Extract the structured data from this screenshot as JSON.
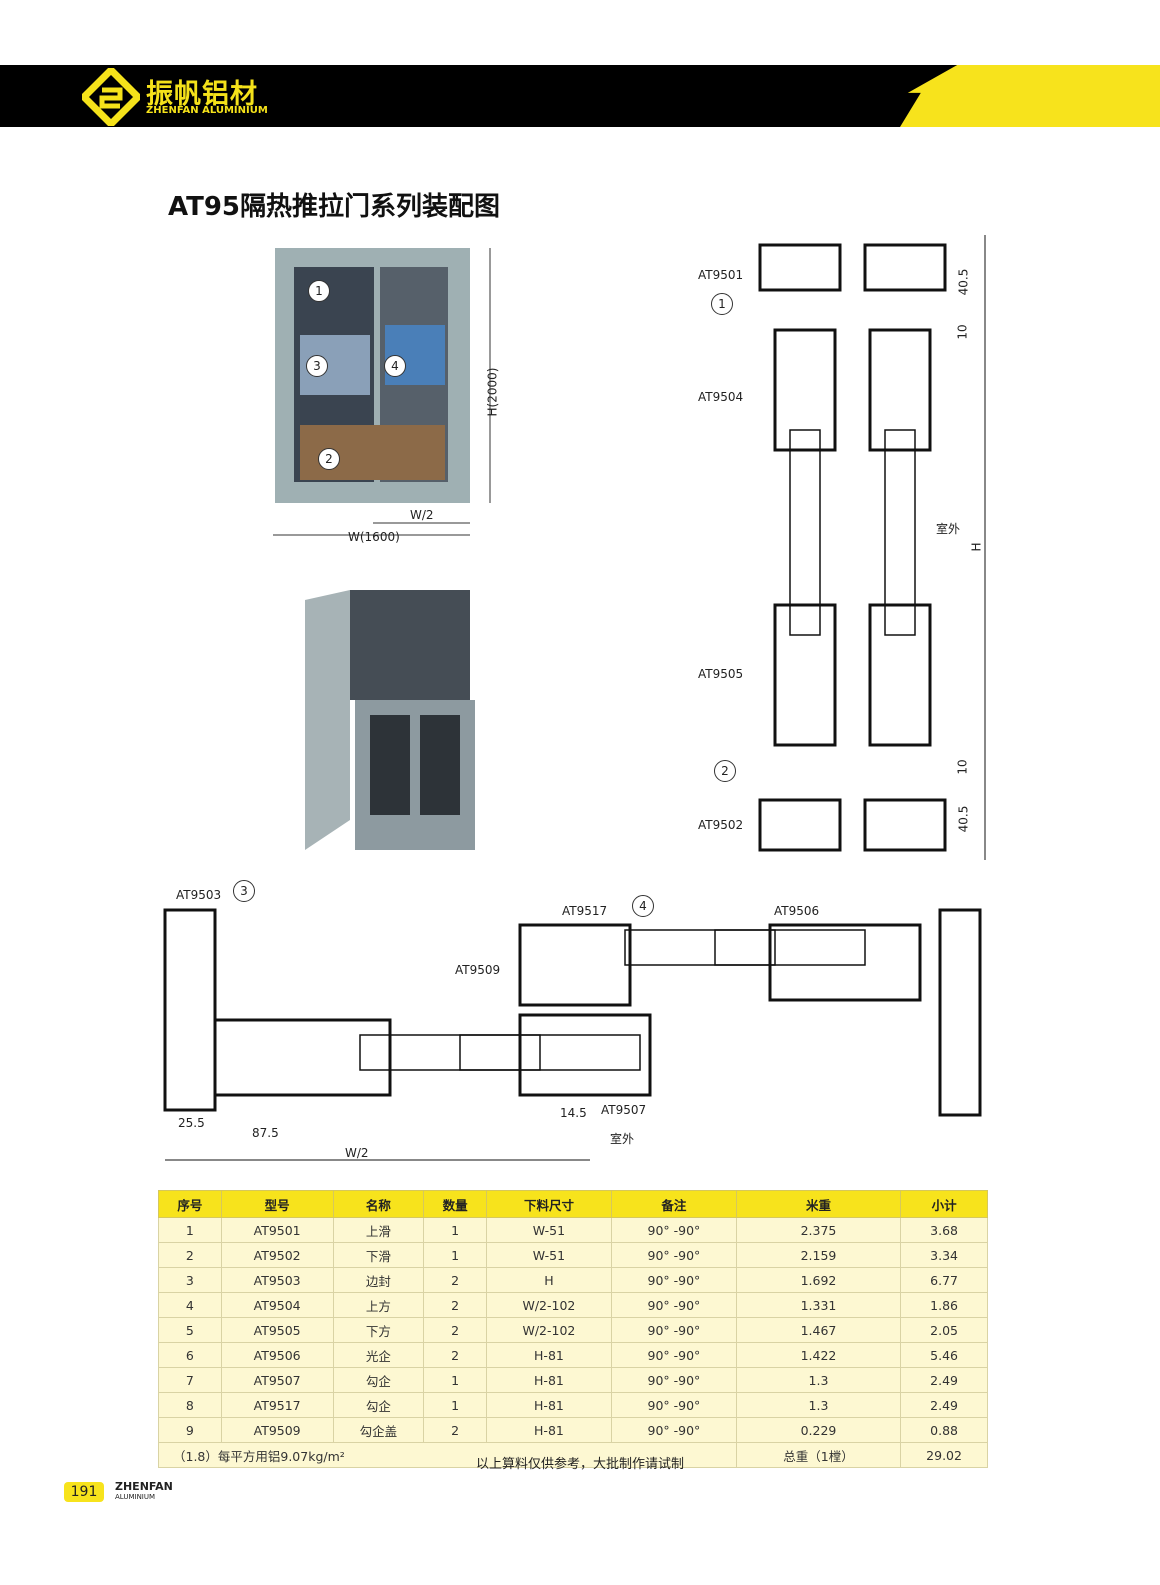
{
  "header": {
    "brand_cn": "振帆铝材",
    "brand_en": "ZHENFAN ALUMINIUM"
  },
  "title": "AT95隔热推拉门系列装配图",
  "elevation": {
    "callouts": [
      "1",
      "2",
      "3",
      "4"
    ],
    "height_dim": "H(2000)",
    "half_width_dim": "W/2",
    "width_dim": "W(1600)"
  },
  "section_vertical": {
    "labels": [
      "AT9501",
      "AT9504",
      "AT9505",
      "AT9502"
    ],
    "callouts": [
      "1",
      "2"
    ],
    "dims": [
      "40.5",
      "10",
      "H",
      "10",
      "40.5"
    ],
    "outside": "室外"
  },
  "section_horizontal": {
    "labels": [
      "AT9503",
      "AT9517",
      "AT9509",
      "AT9506",
      "AT9507"
    ],
    "callouts": [
      "3",
      "4"
    ],
    "dims": [
      "25.5",
      "87.5",
      "W/2",
      "14.5"
    ],
    "outside": "室外"
  },
  "table": {
    "headers": [
      "序号",
      "型号",
      "名称",
      "数量",
      "下料尺寸",
      "备注",
      "米重",
      "小计"
    ],
    "rows": [
      [
        "1",
        "AT9501",
        "上滑",
        "1",
        "W-51",
        "90° -90°",
        "2.375",
        "3.68"
      ],
      [
        "2",
        "AT9502",
        "下滑",
        "1",
        "W-51",
        "90° -90°",
        "2.159",
        "3.34"
      ],
      [
        "3",
        "AT9503",
        "边封",
        "2",
        "H",
        "90° -90°",
        "1.692",
        "6.77"
      ],
      [
        "4",
        "AT9504",
        "上方",
        "2",
        "W/2-102",
        "90° -90°",
        "1.331",
        "1.86"
      ],
      [
        "5",
        "AT9505",
        "下方",
        "2",
        "W/2-102",
        "90° -90°",
        "1.467",
        "2.05"
      ],
      [
        "6",
        "AT9506",
        "光企",
        "2",
        "H-81",
        "90° -90°",
        "1.422",
        "5.46"
      ],
      [
        "7",
        "AT9507",
        "勾企",
        "1",
        "H-81",
        "90° -90°",
        "1.3",
        "2.49"
      ],
      [
        "8",
        "AT9517",
        "勾企",
        "1",
        "H-81",
        "90° -90°",
        "1.3",
        "2.49"
      ],
      [
        "9",
        "AT9509",
        "勾企盖",
        "2",
        "H-81",
        "90° -90°",
        "0.229",
        "0.88"
      ]
    ],
    "footer_left": "（1.8）每平方用铝9.07kg/m²",
    "footer_total_label": "总重（1樘）",
    "footer_total": "29.02"
  },
  "note": "以上算料仅供参考，大批制作请试制",
  "footer": {
    "page": "191",
    "brand": "ZHENFAN",
    "brand_sub": "ALUMINIUM"
  },
  "colors": {
    "accent": "#f7e31c",
    "banner": "#000000"
  }
}
